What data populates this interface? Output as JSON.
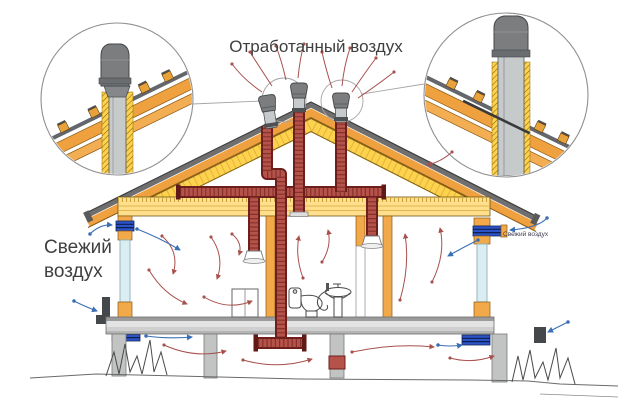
{
  "diagram": {
    "title": "Отработанный воздух",
    "fresh_air_label": {
      "line1": "Свежий",
      "line2": "воздух"
    },
    "fresh_air_small_label": "Свежий воздух"
  },
  "colors": {
    "exhaust_duct_border": "#6e1f1c",
    "exhaust_duct_fill": "#b5524a",
    "exhaust_duct_texture": "#5c1815",
    "roof_metal": "#6f6f6f",
    "roof_wood": "#efa03f",
    "insulation": "#ffd24d",
    "ceiling": "#ffdf8c",
    "wall_wood": "#f2a949",
    "window_glass": "#d9edf3",
    "valve_blue": "#2b54c9",
    "arrow_red": "#a8504c",
    "arrow_blue": "#3a6fb5",
    "vent_cap_gray": "#7b7d7f",
    "pipe_gray": "#c6cacb",
    "text_dark": "#3f3f3f"
  }
}
